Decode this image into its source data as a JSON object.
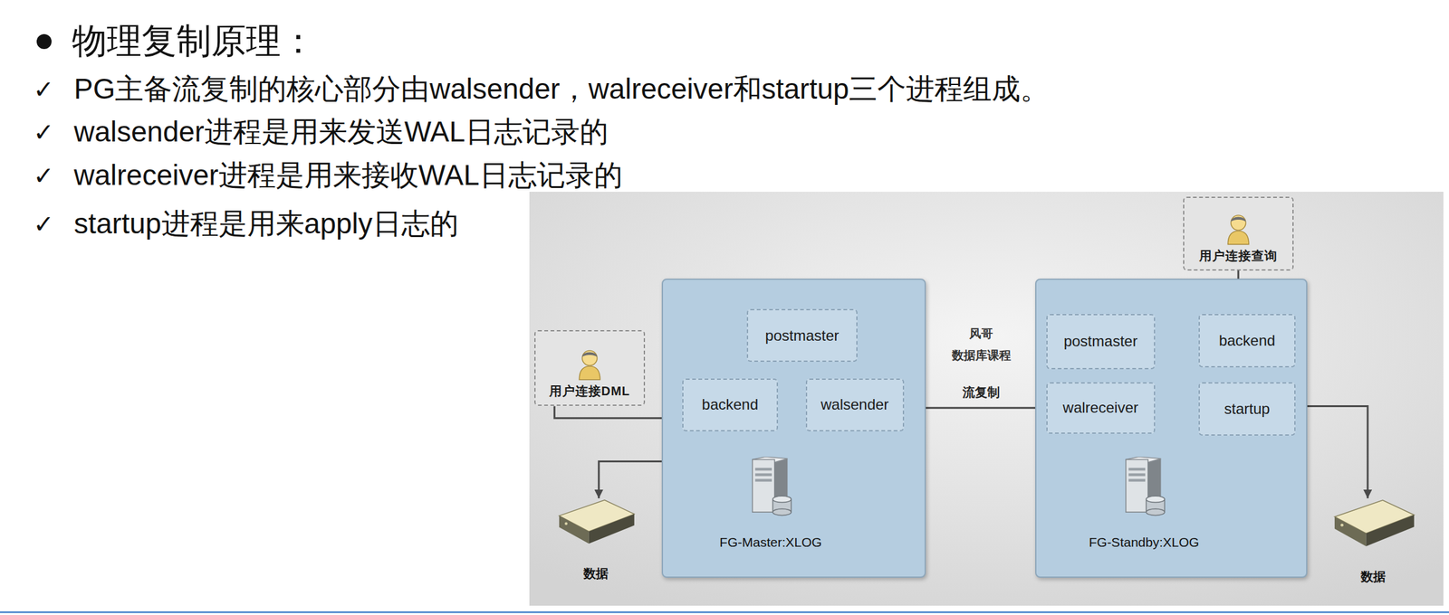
{
  "diagram": {
    "title": "物理复制原理：",
    "nodes": [
      {
        "text": [
          "用户连接DML"
        ]
      },
      {
        "text": []
      },
      {
        "text": [
          "postmaster"
        ],
        "in": 1
      },
      {
        "text": [
          "backend"
        ],
        "in": 1
      },
      {
        "text": [
          "walsender"
        ],
        "in": 1
      },
      {
        "text": [
          "FG-Master:XLOG"
        ],
        "in": 1
      },
      {
        "text": [
          "数据"
        ]
      },
      {
        "text": [
          "用户连接查询"
        ]
      },
      {
        "text": []
      },
      {
        "text": [
          "postmaster"
        ],
        "in": 8
      },
      {
        "text": [
          "backend"
        ],
        "in": 8
      },
      {
        "text": [
          "walreceiver"
        ],
        "in": 8
      },
      {
        "text": [
          "startup"
        ],
        "in": 8
      },
      {
        "text": [
          "FG-Standby:XLOG"
        ],
        "in": 8
      },
      {
        "text": [
          "数据"
        ]
      }
    ],
    "edges": [
      {
        "from": 0,
        "to": 3,
        "arrow": "to"
      },
      {
        "from": 3,
        "to": 6,
        "arrow": "to"
      },
      {
        "from": 3,
        "to": 5,
        "arrow": "to"
      },
      {
        "from": 5,
        "to": 4,
        "arrow": "to"
      },
      {
        "from": 4,
        "to": 11,
        "label": "流复制",
        "arrow": "to"
      },
      {
        "from": 11,
        "to": 13,
        "arrow": "to"
      },
      {
        "from": 13,
        "to": 12,
        "arrow": "to"
      },
      {
        "from": 7,
        "to": 10,
        "arrow": "to"
      },
      {
        "from": 12,
        "to": 14,
        "arrow": "to"
      }
    ],
    "labels": [
      "✓",
      "PG主备流复制的核心部分由walsender，walreceiver和startup三个进程组成。",
      "✓",
      "walsender进程是用来发送WAL日志记录的",
      "✓",
      "walreceiver进程是用来接收WAL日志记录的",
      "✓",
      "startup进程是用来apply日志的",
      "风哥",
      "数据库课程"
    ]
  }
}
